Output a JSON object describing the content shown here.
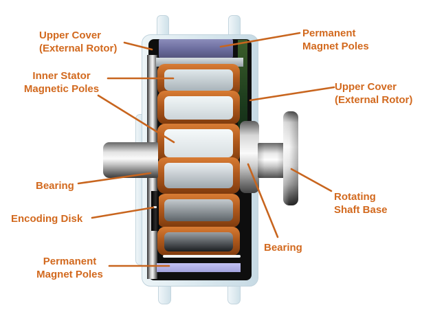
{
  "diagram": {
    "type": "external-rotor-motor-cross-section",
    "labels": {
      "upper_cover_left": {
        "line1": "Upper Cover",
        "line2": "(External Rotor)"
      },
      "permanent_magnet_top": {
        "line1": "Permanent",
        "line2": "Magnet Poles"
      },
      "inner_stator": {
        "line1": "Inner Stator",
        "line2": "Magnetic Poles"
      },
      "upper_cover_right": {
        "line1": "Upper Cover",
        "line2": "(External Rotor)"
      },
      "bearing_left": {
        "line1": "Bearing"
      },
      "encoding_disk": {
        "line1": "Encoding Disk"
      },
      "permanent_magnet_bottom": {
        "line1": "Permanent",
        "line2": "Magnet Poles"
      },
      "bearing_bottom": {
        "line1": "Bearing"
      },
      "rotating_shaft_base": {
        "line1": "Rotating",
        "line2": "Shaft Base"
      }
    },
    "colors": {
      "background": "#FFFFFF",
      "label_text": "#D2691E",
      "leader_line": "#C8651E",
      "casing": "#DCE9F0",
      "rotor_shell": "#0E0E0E",
      "magnet_top": "#6B6C9D",
      "magnet_bottom": "#B3B3EC",
      "copper_winding": "#B05A1D",
      "stator_lamination": "#CFD7DB",
      "shaft_metal": "#D9D9D9",
      "pcb_green": "#2B4A20"
    }
  }
}
